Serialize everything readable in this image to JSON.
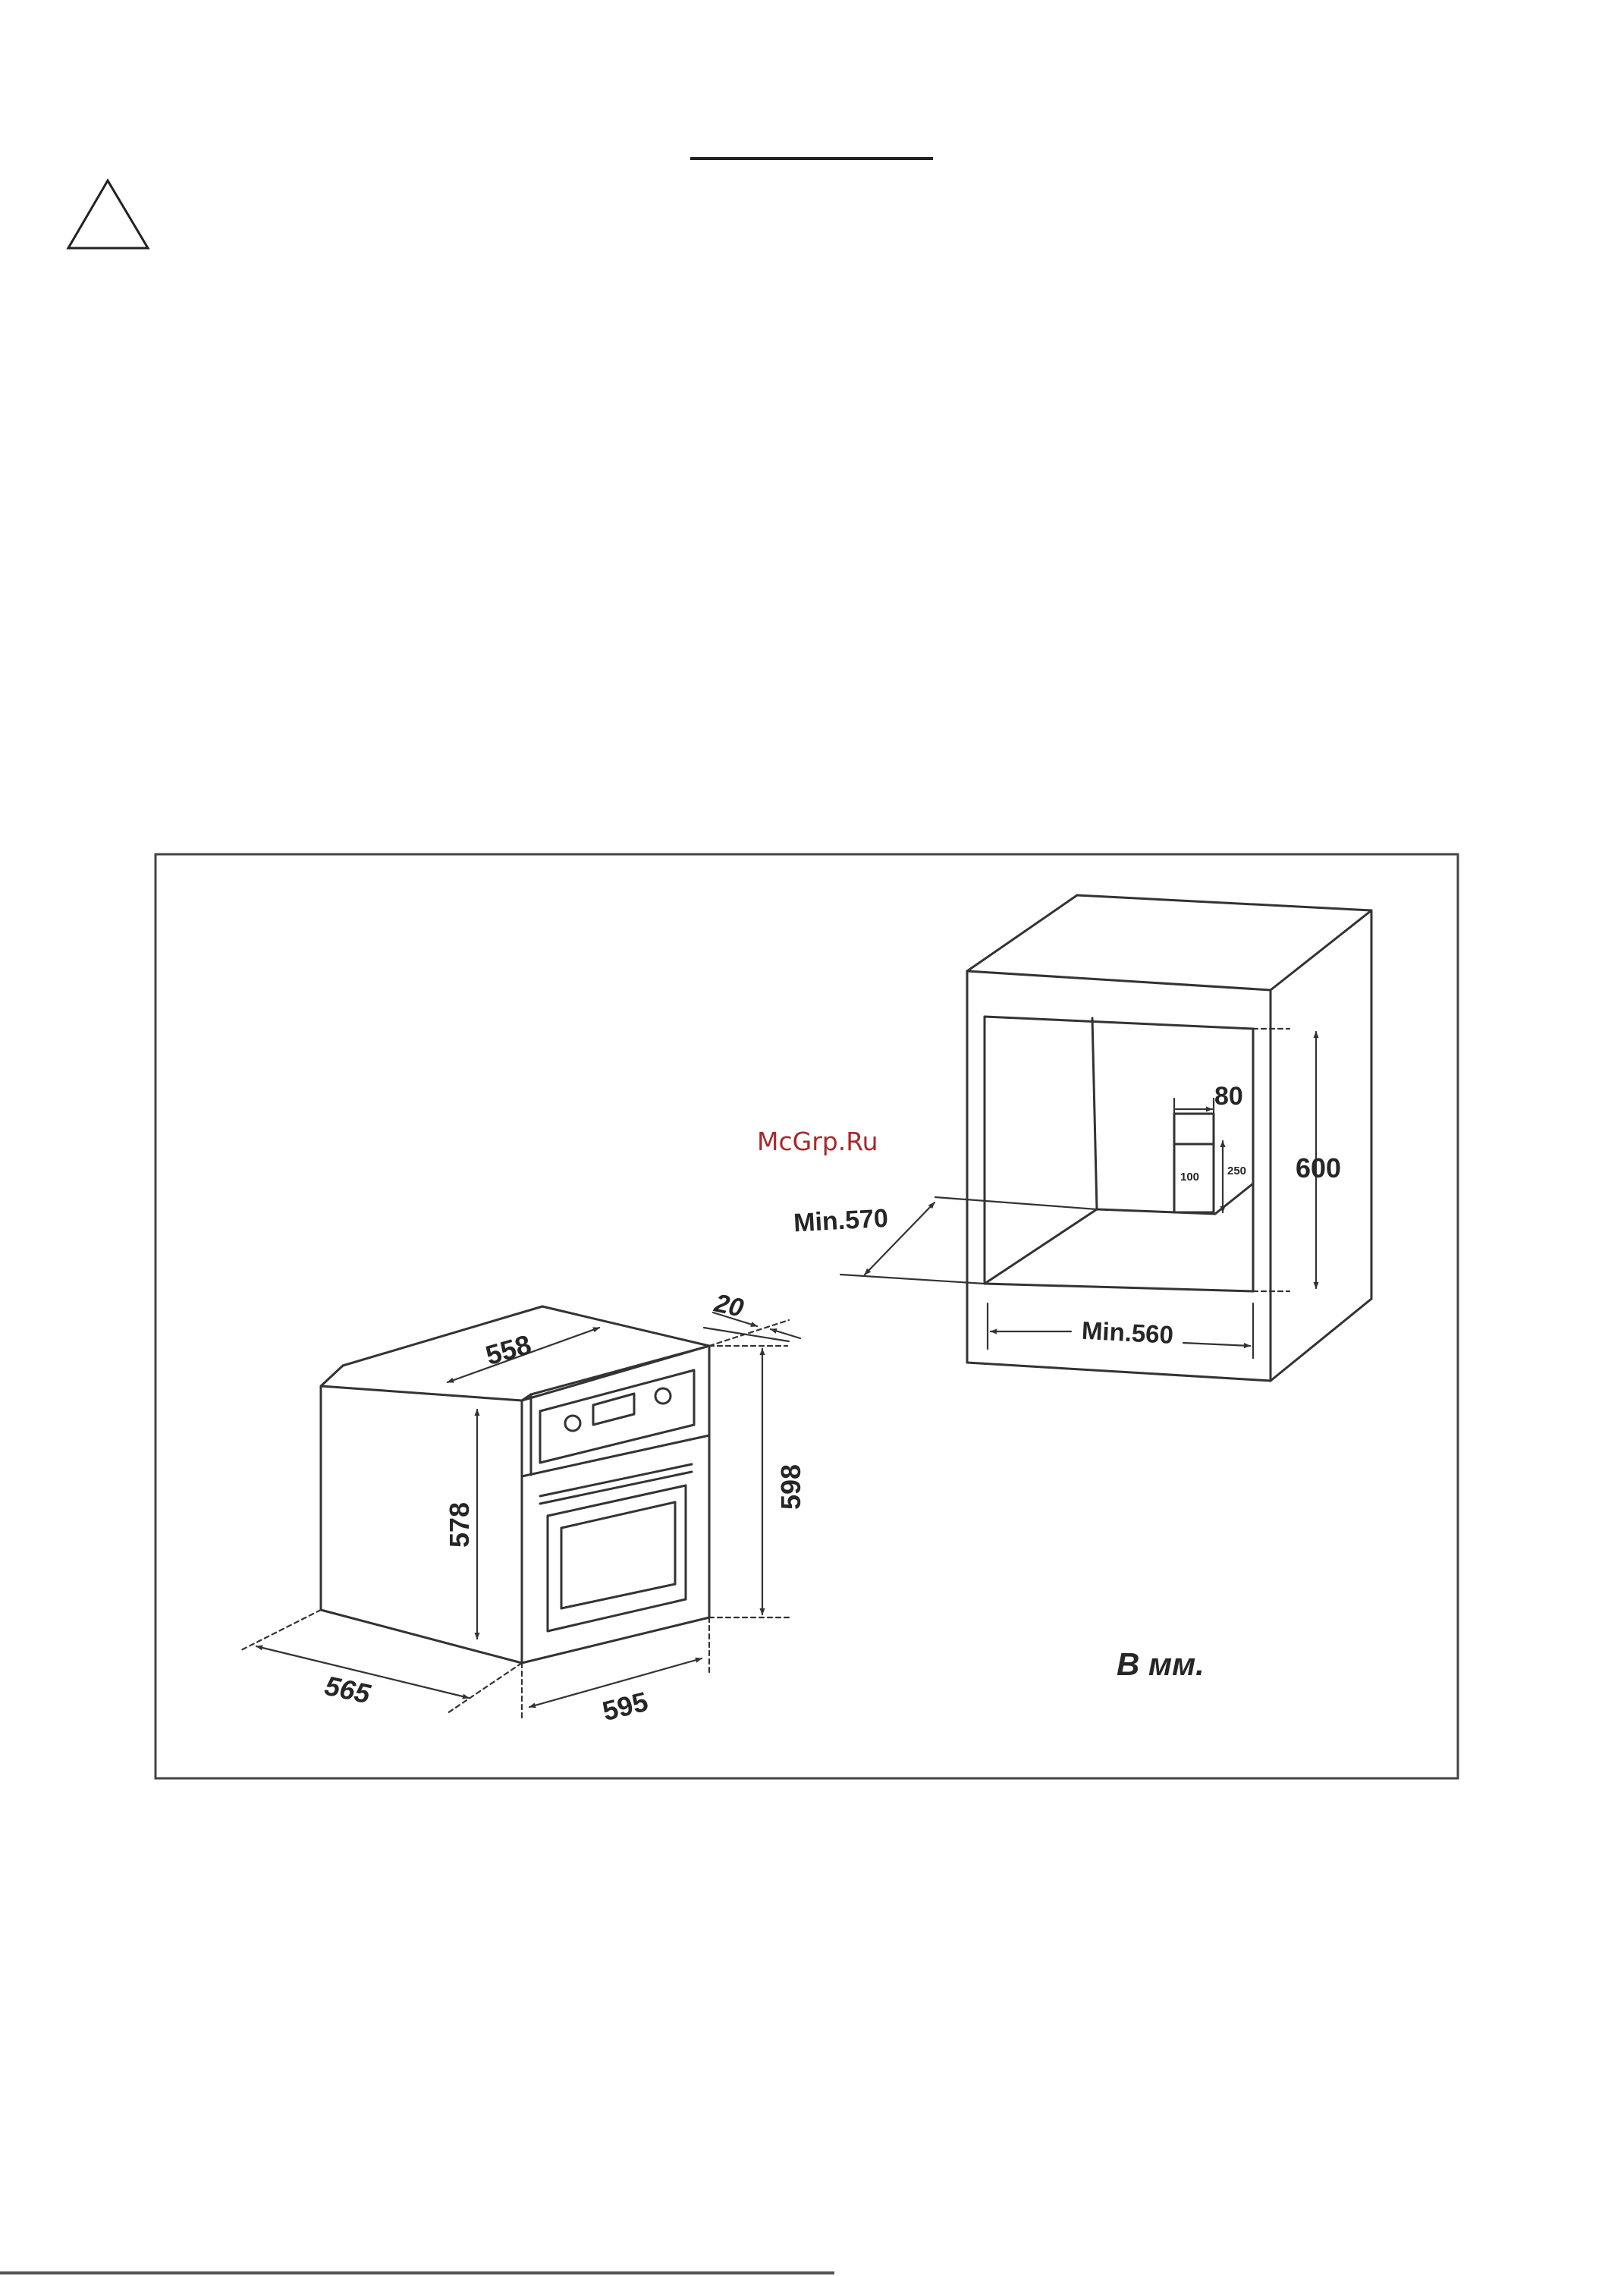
{
  "colors": {
    "ink": "#333333",
    "watermark": "#a8292c",
    "background": "#ffffff"
  },
  "icons": {
    "warning": "warning-triangle-icon"
  },
  "watermark": "McGrp.Ru",
  "units_note": "В мм.",
  "cabinet": {
    "height": "600",
    "width_min": "Min.560",
    "depth_min": "Min.570",
    "vent_width": "80",
    "vent_a": "100",
    "vent_b": "250"
  },
  "oven": {
    "top_depth": "558",
    "height_body": "578",
    "height_front": "598",
    "front_thickness": "20",
    "depth": "565",
    "width": "595"
  }
}
